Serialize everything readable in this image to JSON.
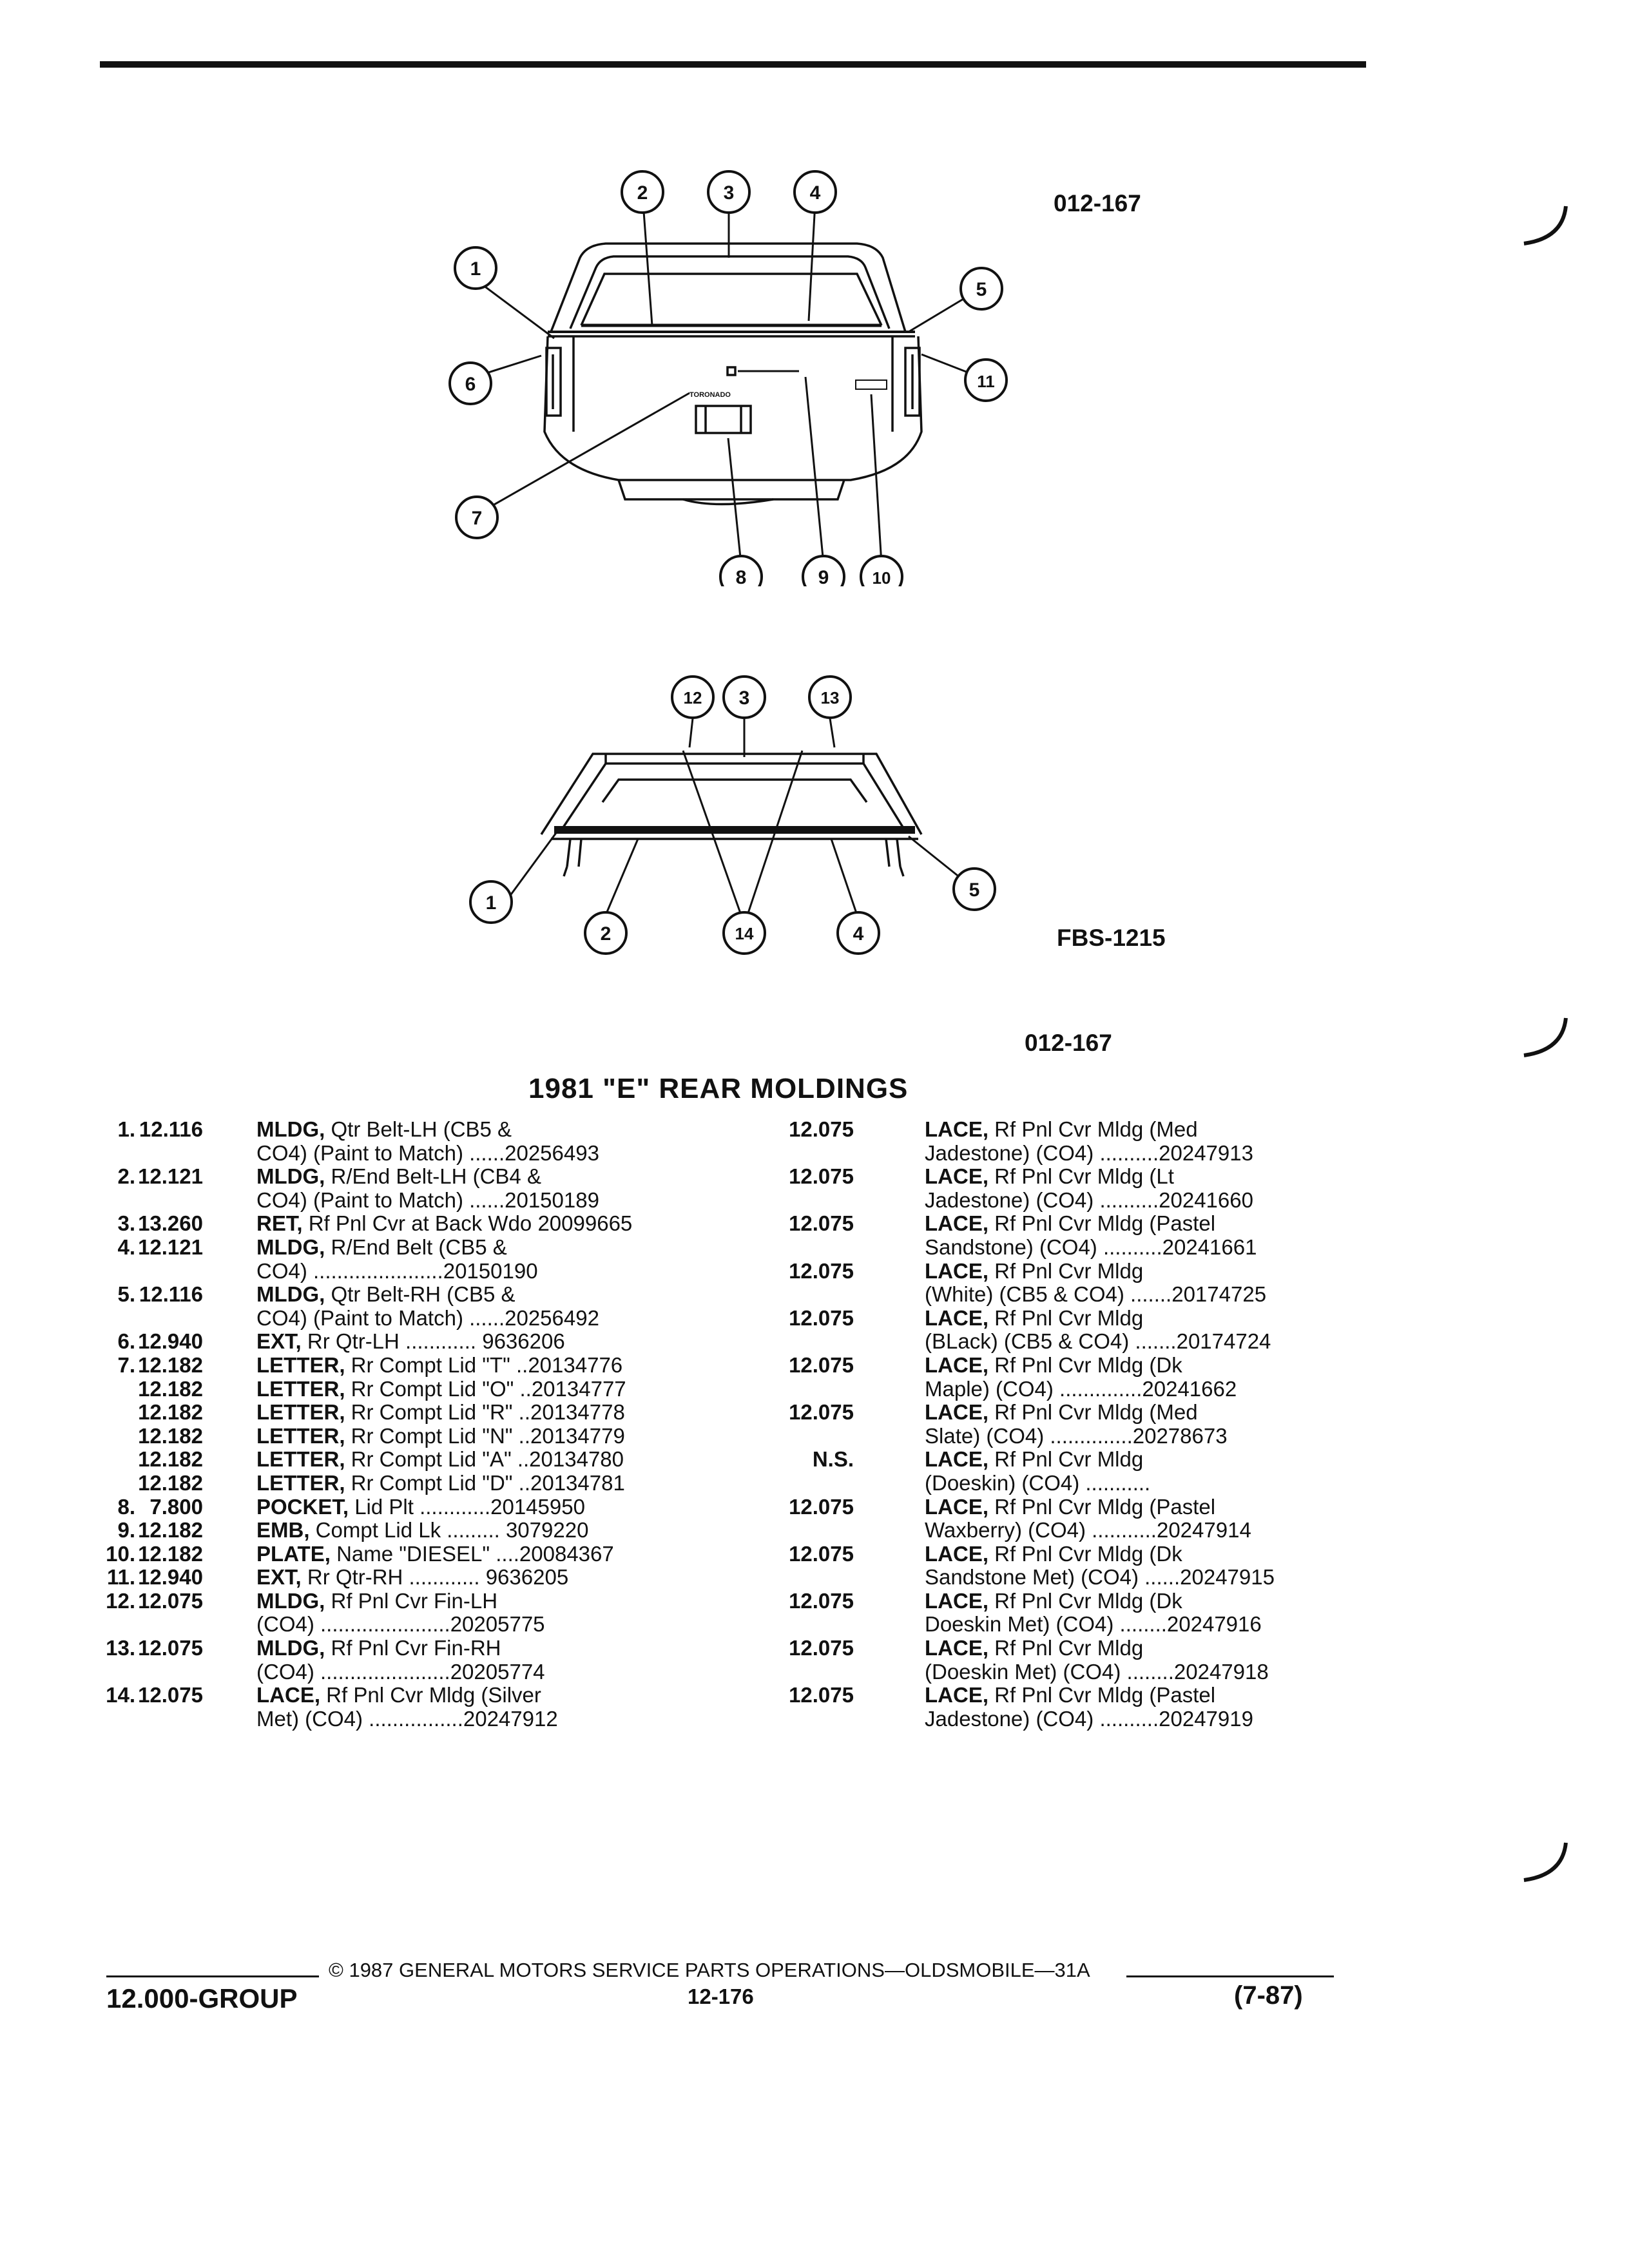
{
  "header": {
    "ref_top": "012-167",
    "ref_mid": "FBS-1215",
    "ref_bottom": "012-167"
  },
  "diagram_top": {
    "callouts": [
      "1",
      "2",
      "3",
      "4",
      "5",
      "6",
      "7",
      "8",
      "9",
      "10",
      "11"
    ]
  },
  "diagram_bottom": {
    "callouts": [
      "12",
      "3",
      "13",
      "1",
      "2",
      "14",
      "4",
      "5"
    ]
  },
  "section_title": "1981 \"E\" REAR MOLDINGS",
  "left_rows": [
    {
      "num": "1.",
      "cat": "12.116",
      "name": "MLDG,",
      "text": "Qtr Belt-LH (CB5 &"
    },
    {
      "num": "",
      "cat": "",
      "name": "",
      "text": "CO4) (Paint to Match) ......20256493"
    },
    {
      "num": "2.",
      "cat": "12.121",
      "name": "MLDG,",
      "text": "R/End Belt-LH (CB4 &"
    },
    {
      "num": "",
      "cat": "",
      "name": "",
      "text": "CO4) (Paint to Match) ......20150189"
    },
    {
      "num": "3.",
      "cat": "13.260",
      "name": "RET,",
      "text": "Rf Pnl Cvr at Back Wdo 20099665"
    },
    {
      "num": "4.",
      "cat": "12.121",
      "name": "MLDG,",
      "text": "R/End Belt (CB5 &"
    },
    {
      "num": "",
      "cat": "",
      "name": "",
      "text": "CO4) ......................20150190"
    },
    {
      "num": "5.",
      "cat": "12.116",
      "name": "MLDG,",
      "text": "Qtr Belt-RH (CB5 &"
    },
    {
      "num": "",
      "cat": "",
      "name": "",
      "text": "CO4) (Paint to Match) ......20256492"
    },
    {
      "num": "6.",
      "cat": "12.940",
      "name": "EXT,",
      "text": "Rr Qtr-LH ............ 9636206"
    },
    {
      "num": "7.",
      "cat": "12.182",
      "name": "LETTER,",
      "text": "Rr Compt Lid \"T\" ..20134776"
    },
    {
      "num": "",
      "cat": "12.182",
      "name": "LETTER,",
      "text": "Rr Compt Lid \"O\" ..20134777"
    },
    {
      "num": "",
      "cat": "12.182",
      "name": "LETTER,",
      "text": "Rr Compt Lid \"R\" ..20134778"
    },
    {
      "num": "",
      "cat": "12.182",
      "name": "LETTER,",
      "text": "Rr Compt Lid \"N\" ..20134779"
    },
    {
      "num": "",
      "cat": "12.182",
      "name": "LETTER,",
      "text": "Rr Compt Lid \"A\" ..20134780"
    },
    {
      "num": "",
      "cat": "12.182",
      "name": "LETTER,",
      "text": "Rr Compt Lid \"D\" ..20134781"
    },
    {
      "num": "8.",
      "cat": "7.800",
      "name": "POCKET,",
      "text": "Lid Plt ............20145950"
    },
    {
      "num": "9.",
      "cat": "12.182",
      "name": "EMB,",
      "text": "Compt Lid Lk ......... 3079220"
    },
    {
      "num": "10.",
      "cat": "12.182",
      "name": "PLATE,",
      "text": "Name \"DIESEL\" ....20084367"
    },
    {
      "num": "11.",
      "cat": "12.940",
      "name": "EXT,",
      "text": "Rr Qtr-RH ............ 9636205"
    },
    {
      "num": "12.",
      "cat": "12.075",
      "name": "MLDG,",
      "text": "Rf Pnl Cvr Fin-LH"
    },
    {
      "num": "",
      "cat": "",
      "name": "",
      "text": "(CO4) ......................20205775"
    },
    {
      "num": "13.",
      "cat": "12.075",
      "name": "MLDG,",
      "text": "Rf Pnl Cvr Fin-RH"
    },
    {
      "num": "",
      "cat": "",
      "name": "",
      "text": "(CO4) ......................20205774"
    },
    {
      "num": "14.",
      "cat": "12.075",
      "name": "LACE,",
      "text": "Rf Pnl Cvr Mldg (Silver"
    },
    {
      "num": "",
      "cat": "",
      "name": "",
      "text": "Met) (CO4) ................20247912"
    }
  ],
  "right_rows": [
    {
      "cat": "12.075",
      "name": "LACE,",
      "text": "Rf Pnl Cvr Mldg (Med"
    },
    {
      "cat": "",
      "name": "",
      "text": "Jadestone) (CO4) ..........20247913"
    },
    {
      "cat": "12.075",
      "name": "LACE,",
      "text": "Rf Pnl Cvr Mldg (Lt"
    },
    {
      "cat": "",
      "name": "",
      "text": "Jadestone) (CO4) ..........20241660"
    },
    {
      "cat": "12.075",
      "name": "LACE,",
      "text": "Rf Pnl Cvr Mldg (Pastel"
    },
    {
      "cat": "",
      "name": "",
      "text": "Sandstone) (CO4) ..........20241661"
    },
    {
      "cat": "12.075",
      "name": "LACE,",
      "text": "Rf Pnl Cvr Mldg"
    },
    {
      "cat": "",
      "name": "",
      "text": "(White) (CB5 & CO4) .......20174725"
    },
    {
      "cat": "12.075",
      "name": "LACE,",
      "text": "Rf Pnl Cvr Mldg"
    },
    {
      "cat": "",
      "name": "",
      "text": "(BLack) (CB5 & CO4) .......20174724"
    },
    {
      "cat": "12.075",
      "name": "LACE,",
      "text": "Rf Pnl Cvr Mldg (Dk"
    },
    {
      "cat": "",
      "name": "",
      "text": "Maple) (CO4) ..............20241662"
    },
    {
      "cat": "12.075",
      "name": "LACE,",
      "text": "Rf Pnl Cvr Mldg (Med"
    },
    {
      "cat": "",
      "name": "",
      "text": "Slate) (CO4) ..............20278673"
    },
    {
      "cat": "N.S.",
      "name": "LACE,",
      "text": "Rf Pnl Cvr Mldg"
    },
    {
      "cat": "",
      "name": "",
      "text": "(Doeskin) (CO4) ..........."
    },
    {
      "cat": "12.075",
      "name": "LACE,",
      "text": "Rf Pnl Cvr Mldg (Pastel"
    },
    {
      "cat": "",
      "name": "",
      "text": "Waxberry) (CO4) ...........20247914"
    },
    {
      "cat": "12.075",
      "name": "LACE,",
      "text": "Rf Pnl Cvr Mldg (Dk"
    },
    {
      "cat": "",
      "name": "",
      "text": "Sandstone Met) (CO4) ......20247915"
    },
    {
      "cat": "12.075",
      "name": "LACE,",
      "text": "Rf Pnl Cvr Mldg (Dk"
    },
    {
      "cat": "",
      "name": "",
      "text": "Doeskin Met) (CO4) ........20247916"
    },
    {
      "cat": "12.075",
      "name": "LACE,",
      "text": "Rf Pnl Cvr Mldg"
    },
    {
      "cat": "",
      "name": "",
      "text": "(Doeskin Met) (CO4) ........20247918"
    },
    {
      "cat": "12.075",
      "name": "LACE,",
      "text": "Rf Pnl Cvr Mldg (Pastel"
    },
    {
      "cat": "",
      "name": "",
      "text": "Jadestone) (CO4) ..........20247919"
    }
  ],
  "footer": {
    "copyright": "© 1987 GENERAL MOTORS SERVICE PARTS OPERATIONS—OLDSMOBILE—31A",
    "group": "12.000-GROUP",
    "page": "12-176",
    "date": "(7-87)"
  }
}
